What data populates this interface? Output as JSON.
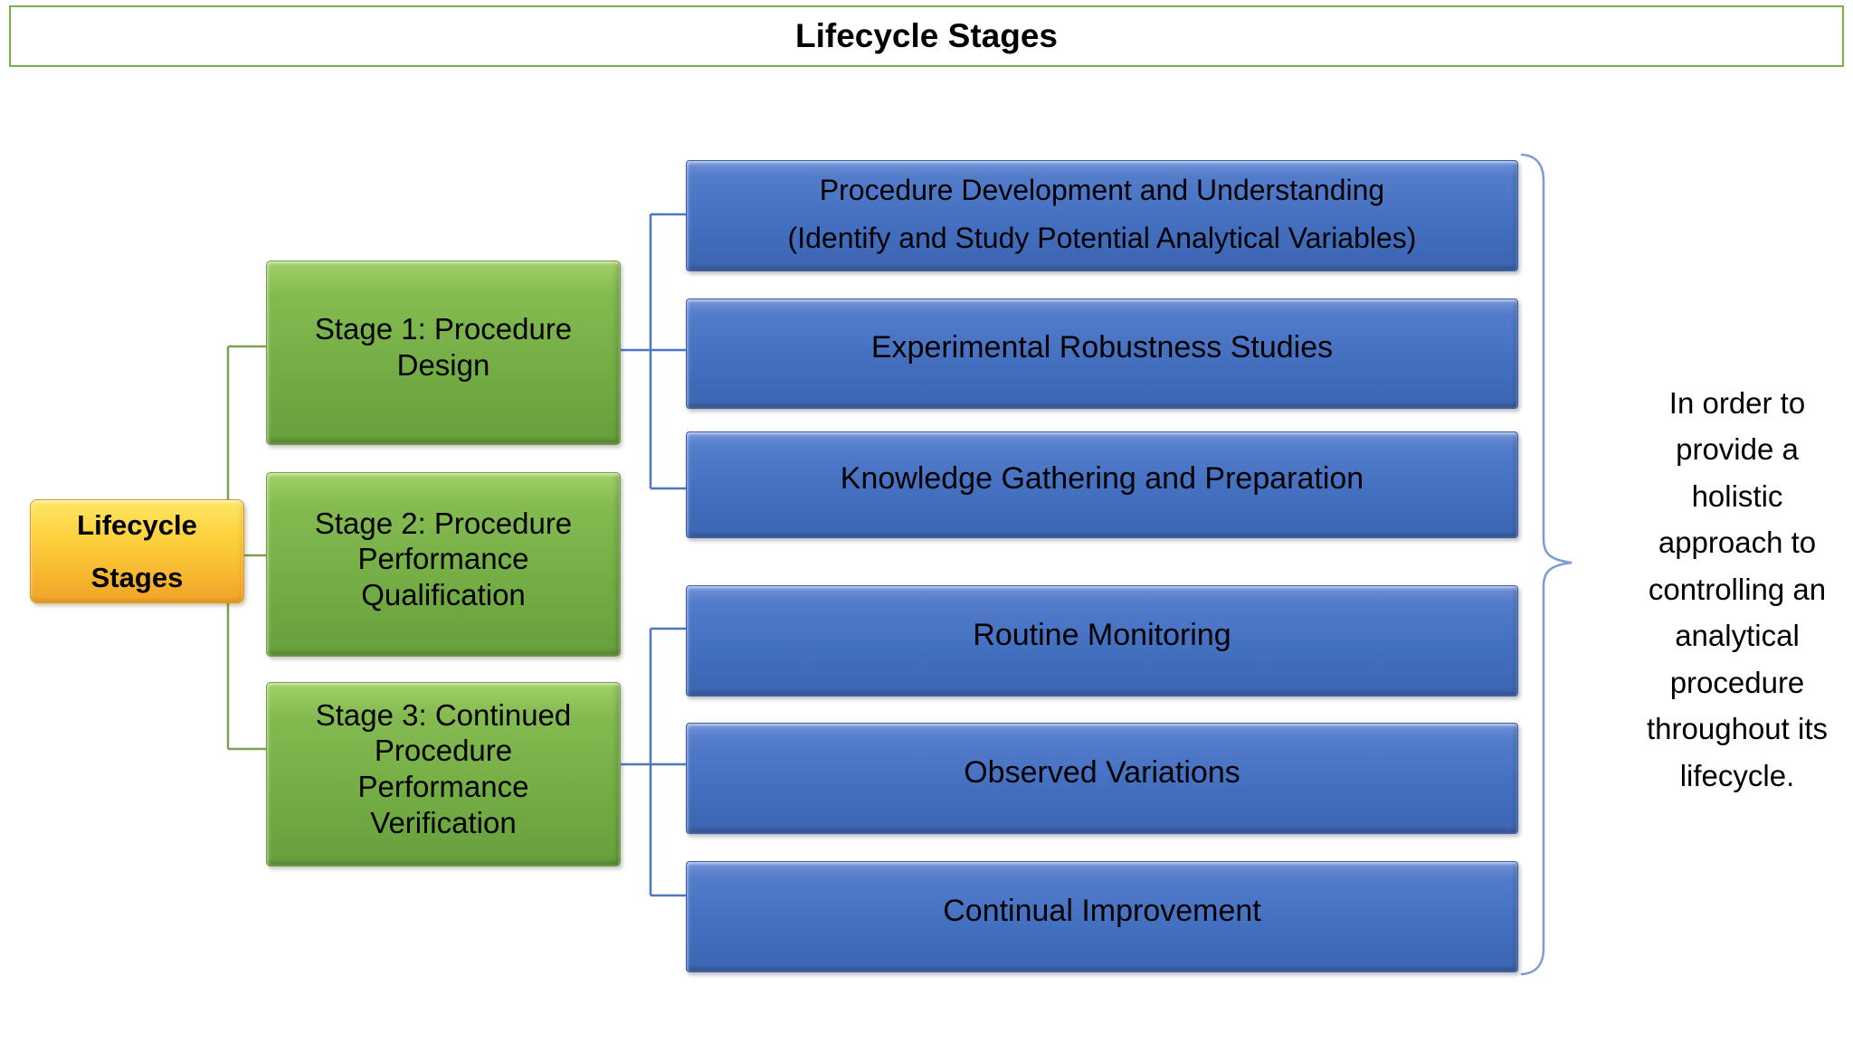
{
  "slide": {
    "title": "Lifecycle Stages",
    "background": "#ffffff"
  },
  "root_box": {
    "label": "Lifecycle\nStages"
  },
  "stages": [
    {
      "id": "stage-1",
      "label": "Stage 1: Procedure\nDesign"
    },
    {
      "id": "stage-2",
      "label": "Stage 2: Procedure\nPerformance\nQualification"
    },
    {
      "id": "stage-3",
      "label": "Stage 3: Continued\nProcedure\nPerformance\nVerification"
    }
  ],
  "activities": [
    {
      "id": "activity-1",
      "connects_to": "stage-1",
      "label": "Procedure Development and Understanding\n(Identify and Study Potential Analytical Variables)"
    },
    {
      "id": "activity-2",
      "connects_to": "stage-1",
      "label": "Experimental Robustness Studies"
    },
    {
      "id": "activity-3",
      "connects_to": "stage-1",
      "label": "Knowledge Gathering and Preparation"
    },
    {
      "id": "activity-4",
      "connects_to": "stage-3",
      "label": "Routine Monitoring"
    },
    {
      "id": "activity-5",
      "connects_to": "stage-3",
      "label": "Observed Variations"
    },
    {
      "id": "activity-6",
      "connects_to": "stage-3",
      "label": "Continual Improvement"
    }
  ],
  "annotation": {
    "text": "In order to\nprovide a\nholistic\napproach to\ncontrolling an\nanalytical\nprocedure\nthroughout its\nlifecycle."
  },
  "colors": {
    "title_border_green": "#77b14b",
    "stage_fill_green": "#74ad45",
    "activity_fill_blue": "#4470c1",
    "root_fill_gold": "#fdd23f",
    "left_connector_green": "#7da150",
    "right_connector_blue": "#4f77c0",
    "brace_blue": "#7d9bd4",
    "text_black": "#000000"
  }
}
